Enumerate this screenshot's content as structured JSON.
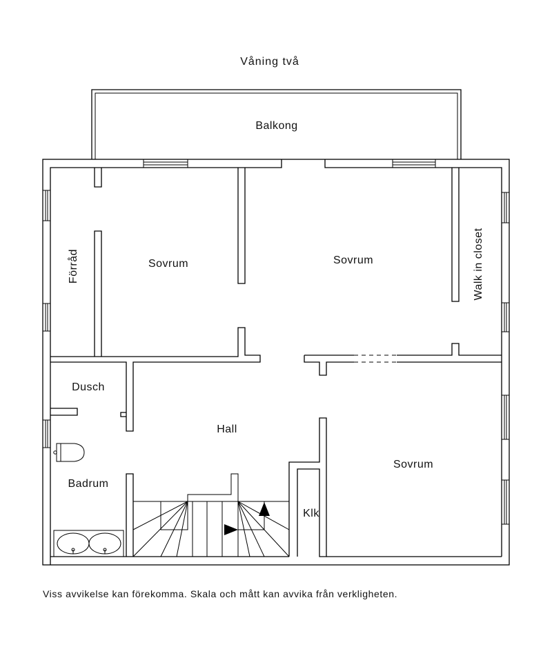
{
  "plan": {
    "title": "Våning två",
    "disclaimer": "Viss avvikelse kan förekomma. Skala och mått kan avvika från verkligheten.",
    "rooms": {
      "balkong": "Balkong",
      "forrad": "Förråd",
      "sovrum_left": "Sovrum",
      "sovrum_center": "Sovrum",
      "walk_in_closet": "Walk in closet",
      "dusch": "Dusch",
      "hall": "Hall",
      "badrum": "Badrum",
      "klk": "Klk",
      "sovrum_right": "Sovrum"
    }
  }
}
